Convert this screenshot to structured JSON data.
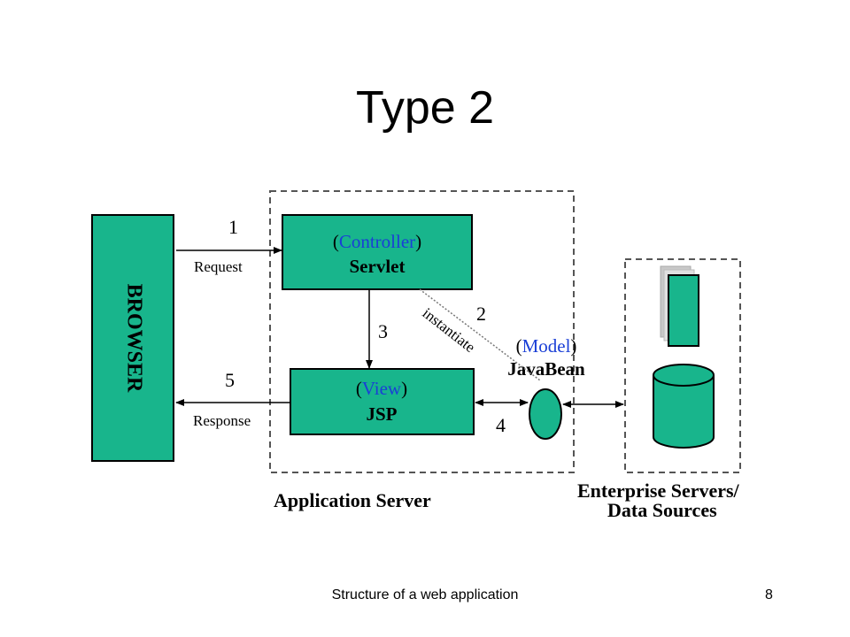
{
  "slide": {
    "title": "Type 2",
    "footer": "Structure of a web application",
    "page_number": "8"
  },
  "colors": {
    "box_fill": "#18b58c",
    "box_stroke": "#000000",
    "role_text": "#1a3fd6",
    "dashed_border": "#555555"
  },
  "diagram": {
    "browser": {
      "label": "BROWSER"
    },
    "controller": {
      "role": "Controller",
      "name": "Servlet"
    },
    "view": {
      "role": "View",
      "name": "JSP"
    },
    "model": {
      "role": "Model",
      "name": "JavaBean"
    },
    "steps": {
      "s1": {
        "number": "1",
        "label": "Request"
      },
      "s2": {
        "number": "2",
        "label": "instantiate"
      },
      "s3": {
        "number": "3"
      },
      "s4": {
        "number": "4"
      },
      "s5": {
        "number": "5",
        "label": "Response"
      }
    },
    "app_server_label": "Application Server",
    "enterprise_label_1": "Enterprise Servers/",
    "enterprise_label_2": "Data Sources"
  }
}
